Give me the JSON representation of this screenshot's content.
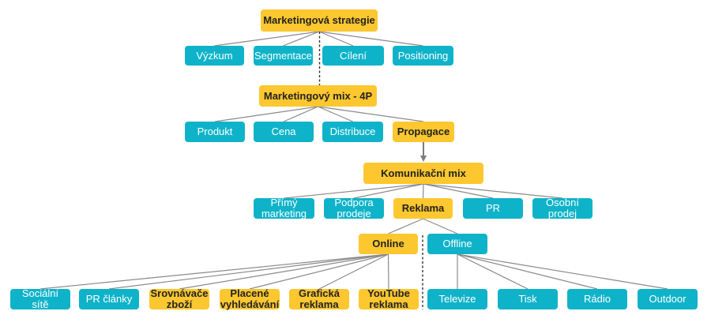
{
  "colors": {
    "teal": "#0fb3c9",
    "yellow": "#fcc72f",
    "line": "#8a8a8a"
  },
  "nodes": [
    {
      "id": "n-strategie",
      "label": "Marketingová strategie",
      "color": "yellow"
    },
    {
      "id": "n-vyzkum",
      "label": "Výzkum",
      "color": "teal"
    },
    {
      "id": "n-segmentace",
      "label": "Segmentace",
      "color": "teal"
    },
    {
      "id": "n-cileni",
      "label": "Cílení",
      "color": "teal"
    },
    {
      "id": "n-positioning",
      "label": "Positioning",
      "color": "teal"
    },
    {
      "id": "n-mix4p",
      "label": "Marketingový mix - 4P",
      "color": "yellow"
    },
    {
      "id": "n-produkt",
      "label": "Produkt",
      "color": "teal"
    },
    {
      "id": "n-cena",
      "label": "Cena",
      "color": "teal"
    },
    {
      "id": "n-distribuce",
      "label": "Distribuce",
      "color": "teal"
    },
    {
      "id": "n-propagace",
      "label": "Propagace",
      "color": "yellow"
    },
    {
      "id": "n-komunikacni",
      "label": "Komunikační mix",
      "color": "yellow"
    },
    {
      "id": "n-primy",
      "label": "Přímý\nmarketing",
      "color": "teal"
    },
    {
      "id": "n-podpora",
      "label": "Podpora\nprodeje",
      "color": "teal"
    },
    {
      "id": "n-reklama",
      "label": "Reklama",
      "color": "yellow"
    },
    {
      "id": "n-pr",
      "label": "PR",
      "color": "teal"
    },
    {
      "id": "n-osobni",
      "label": "Osobní\nprodej",
      "color": "teal"
    },
    {
      "id": "n-online",
      "label": "Online",
      "color": "yellow"
    },
    {
      "id": "n-offline",
      "label": "Offline",
      "color": "teal"
    },
    {
      "id": "n-socialni",
      "label": "Sociální\nsítě",
      "color": "teal"
    },
    {
      "id": "n-prclanky",
      "label": "PR články",
      "color": "teal"
    },
    {
      "id": "n-srovnavace",
      "label": "Srovnávače\nzboží",
      "color": "yellow"
    },
    {
      "id": "n-placene",
      "label": "Placené\nvyhledávání",
      "color": "yellow"
    },
    {
      "id": "n-graficka",
      "label": "Grafická\nreklama",
      "color": "yellow"
    },
    {
      "id": "n-youtube",
      "label": "YouTube\nreklama",
      "color": "yellow"
    },
    {
      "id": "n-televize",
      "label": "Televize",
      "color": "teal"
    },
    {
      "id": "n-tisk",
      "label": "Tisk",
      "color": "teal"
    },
    {
      "id": "n-radio",
      "label": "Rádio",
      "color": "teal"
    },
    {
      "id": "n-outdoor",
      "label": "Outdoor",
      "color": "teal"
    }
  ],
  "edges": [
    {
      "from": "n-strategie",
      "to": "n-vyzkum",
      "style": "solid"
    },
    {
      "from": "n-strategie",
      "to": "n-segmentace",
      "style": "solid"
    },
    {
      "from": "n-strategie",
      "to": "n-cileni",
      "style": "solid"
    },
    {
      "from": "n-strategie",
      "to": "n-positioning",
      "style": "solid"
    },
    {
      "from": "n-strategie",
      "to": "n-mix4p",
      "style": "dotted"
    },
    {
      "from": "n-mix4p",
      "to": "n-produkt",
      "style": "solid"
    },
    {
      "from": "n-mix4p",
      "to": "n-cena",
      "style": "solid"
    },
    {
      "from": "n-mix4p",
      "to": "n-distribuce",
      "style": "solid"
    },
    {
      "from": "n-mix4p",
      "to": "n-propagace",
      "style": "solid"
    },
    {
      "from": "n-propagace",
      "to": "n-komunikacni",
      "style": "arrow"
    },
    {
      "from": "n-komunikacni",
      "to": "n-primy",
      "style": "solid"
    },
    {
      "from": "n-komunikacni",
      "to": "n-podpora",
      "style": "solid"
    },
    {
      "from": "n-komunikacni",
      "to": "n-reklama",
      "style": "solid"
    },
    {
      "from": "n-komunikacni",
      "to": "n-pr",
      "style": "solid"
    },
    {
      "from": "n-komunikacni",
      "to": "n-osobni",
      "style": "solid"
    },
    {
      "from": "n-reklama",
      "to": "n-online",
      "style": "solid"
    },
    {
      "from": "n-reklama",
      "to": "n-offline",
      "style": "solid"
    },
    {
      "from": "n-online",
      "to": "n-socialni",
      "style": "solid"
    },
    {
      "from": "n-online",
      "to": "n-prclanky",
      "style": "solid"
    },
    {
      "from": "n-online",
      "to": "n-srovnavace",
      "style": "solid"
    },
    {
      "from": "n-online",
      "to": "n-placene",
      "style": "solid"
    },
    {
      "from": "n-online",
      "to": "n-graficka",
      "style": "solid"
    },
    {
      "from": "n-online",
      "to": "n-youtube",
      "style": "solid"
    },
    {
      "from": "n-offline",
      "to": "n-televize",
      "style": "solid"
    },
    {
      "from": "n-offline",
      "to": "n-tisk",
      "style": "solid"
    },
    {
      "from": "n-offline",
      "to": "n-radio",
      "style": "solid"
    },
    {
      "from": "n-offline",
      "to": "n-outdoor",
      "style": "solid"
    }
  ]
}
